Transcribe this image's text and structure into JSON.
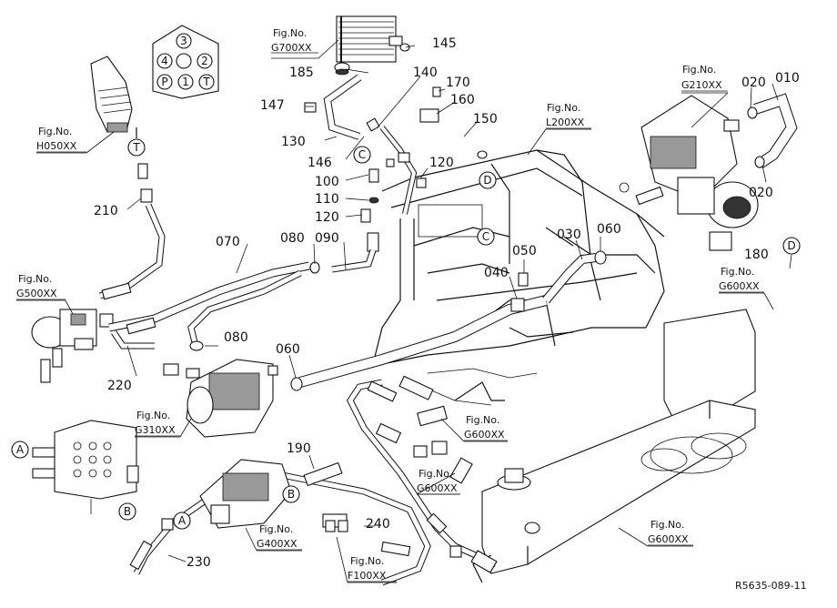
{
  "diagram_code": "R5635-089-11",
  "fig_refs": [
    {
      "id": "g700",
      "label": "Fig.No.",
      "code": "G700XX"
    },
    {
      "id": "h050",
      "label": "Fig.No.",
      "code": "H050XX"
    },
    {
      "id": "g210",
      "label": "Fig.No.",
      "code": "G210XX"
    },
    {
      "id": "l200",
      "label": "Fig.No.",
      "code": "L200XX"
    },
    {
      "id": "g500",
      "label": "Fig.No.",
      "code": "G500XX"
    },
    {
      "id": "g600a",
      "label": "Fig.No.",
      "code": "G600XX"
    },
    {
      "id": "g310",
      "label": "Fig.No.",
      "code": "G310XX"
    },
    {
      "id": "g600b",
      "label": "Fig.No.",
      "code": "G600XX"
    },
    {
      "id": "g600c",
      "label": "Fig.No.",
      "code": "G600XX"
    },
    {
      "id": "g400",
      "label": "Fig.No.",
      "code": "G400XX"
    },
    {
      "id": "f100",
      "label": "Fig.No.",
      "code": "F100XX"
    },
    {
      "id": "g600d",
      "label": "Fig.No.",
      "code": "G600XX"
    }
  ],
  "parts": [
    "145",
    "185",
    "140",
    "170",
    "147",
    "160",
    "150",
    "130",
    "146",
    "100",
    "110",
    "120",
    "120",
    "010",
    "020",
    "020",
    "210",
    "070",
    "080",
    "090",
    "030",
    "060",
    "050",
    "040",
    "180",
    "080",
    "060",
    "220",
    "190",
    "240",
    "230"
  ],
  "connection_labels": [
    "T",
    "C",
    "D",
    "C",
    "D",
    "A",
    "B",
    "A",
    "B"
  ],
  "pattern_numbers": [
    "3",
    "4",
    "2",
    "P",
    "1",
    "T"
  ]
}
